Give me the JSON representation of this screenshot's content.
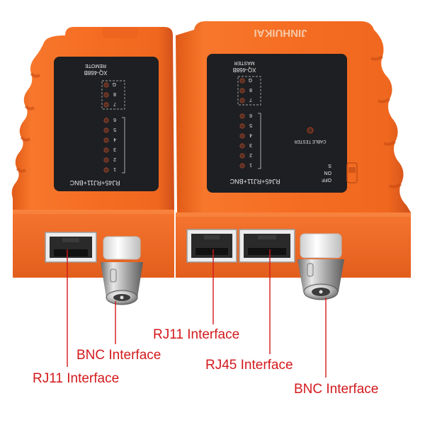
{
  "remote_unit": {
    "model_label": "XQ-468B",
    "role_label": "REMOTE",
    "port_caption": "RJ45+RJ11+BNC",
    "led_labels": [
      "G",
      "8",
      "7",
      "6",
      "5",
      "4",
      "3",
      "2",
      "1"
    ]
  },
  "master_unit": {
    "brand_label": "JINHUIKAI",
    "model_label": "XQ-468B",
    "role_label": "MASTER",
    "port_caption": "RJ45+RJ11+BNC",
    "led_labels": [
      "G",
      "8",
      "7",
      "6",
      "5",
      "4",
      "3",
      "2",
      "1"
    ],
    "cable_tester_label": "CABLE TESTER",
    "switch_labels": [
      "OFF",
      "ON",
      "S"
    ]
  },
  "callouts": {
    "remote_bnc": "BNC Interface",
    "remote_rj11": "RJ11 Interface",
    "master_rj11": "RJ11 Interface",
    "master_rj45": "RJ45 Interface",
    "master_bnc": "BNC Interface"
  },
  "colors": {
    "housing": "#f26b21",
    "housing_shade": "#d95518",
    "panel": "#1e1f22",
    "callout": "#d3191c"
  }
}
